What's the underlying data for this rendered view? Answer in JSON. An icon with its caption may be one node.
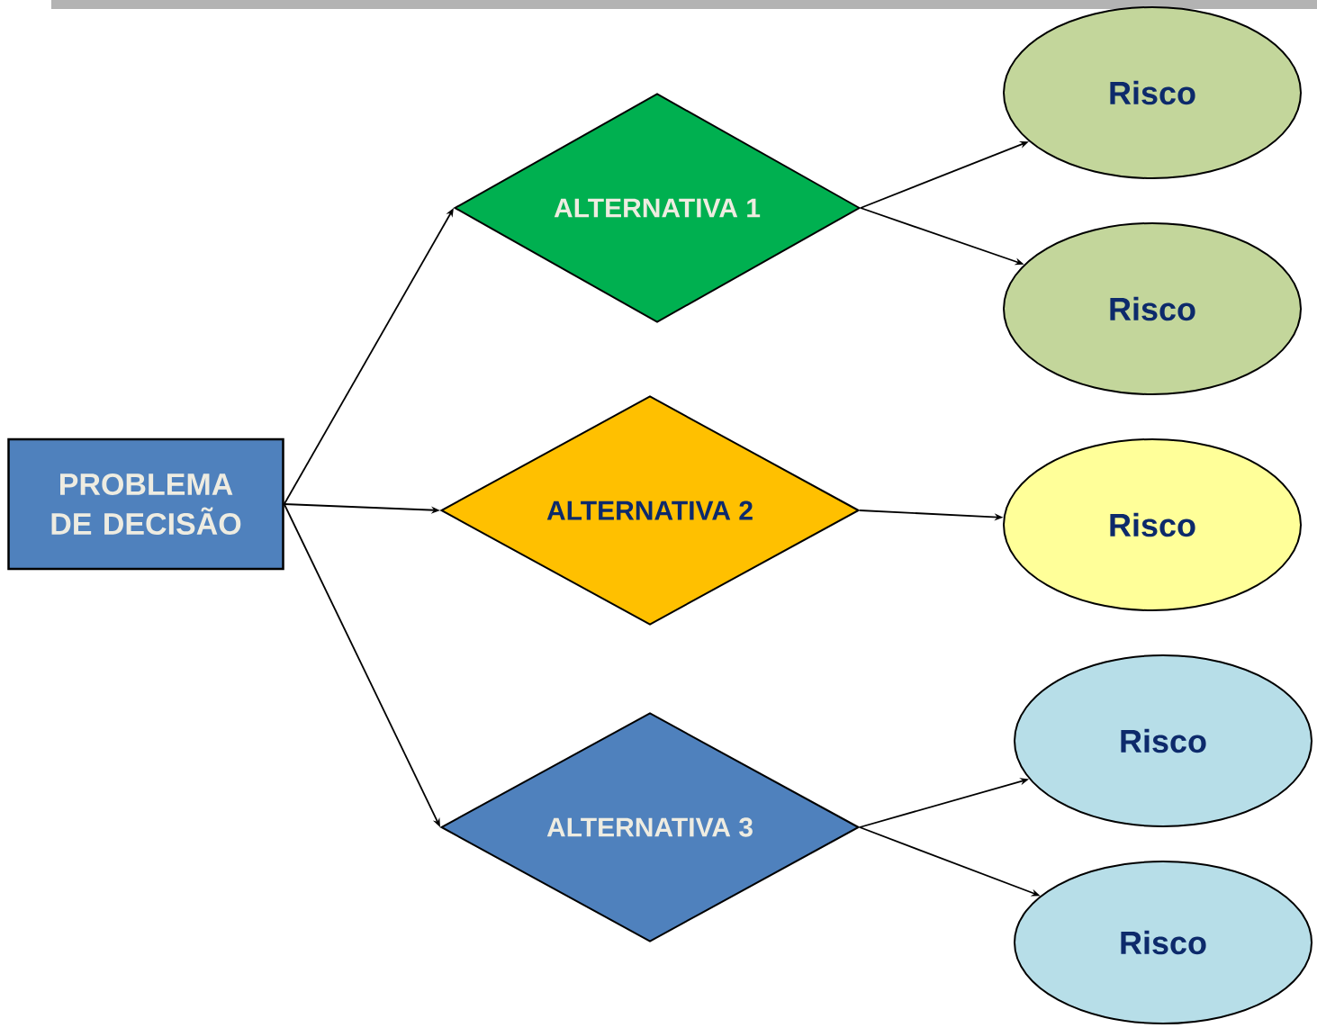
{
  "diagram": {
    "nodes": [
      {
        "text": [
          "PROBLEMA DE DECISÃO"
        ]
      },
      {
        "text": [
          "ALTERNATIVA 1"
        ]
      },
      {
        "text": [
          "ALTERNATIVA 2"
        ]
      },
      {
        "text": [
          "ALTERNATIVA 3"
        ]
      },
      {
        "text": [
          "Risco"
        ]
      },
      {
        "text": [
          "Risco"
        ]
      },
      {
        "text": [
          "Risco"
        ]
      },
      {
        "text": [
          "Risco"
        ]
      },
      {
        "text": [
          "Risco"
        ]
      }
    ],
    "edges": [
      {
        "from": 0,
        "to": 1,
        "arrow": "to"
      },
      {
        "from": 0,
        "to": 2,
        "arrow": "to"
      },
      {
        "from": 0,
        "to": 3,
        "arrow": "to"
      },
      {
        "from": 1,
        "to": 4,
        "arrow": "to"
      },
      {
        "from": 1,
        "to": 5,
        "arrow": "to"
      },
      {
        "from": 2,
        "to": 6,
        "arrow": "to"
      },
      {
        "from": 3,
        "to": 7,
        "arrow": "to"
      },
      {
        "from": 3,
        "to": 8,
        "arrow": "to"
      }
    ]
  }
}
